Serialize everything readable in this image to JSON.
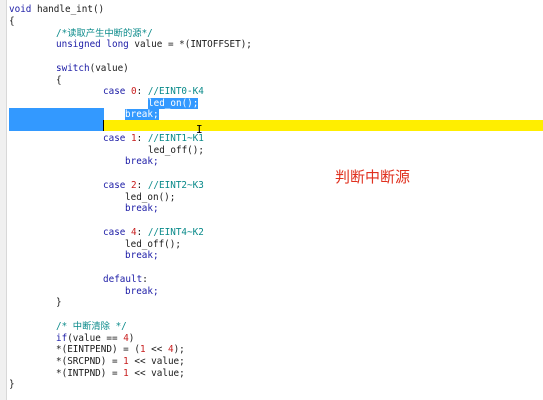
{
  "editor": {
    "lines": {
      "l1_void": "void",
      "l1_rest": " handle_int()",
      "l2": "{",
      "l3_comment": "/*读取产生中断的源*/",
      "l4_unsigned": "unsigned long",
      "l4_rest": " value = *(INTOFFSET);",
      "l6_switch": "switch",
      "l6_rest": "(value)",
      "l7": "{",
      "l8_case": "case",
      "l8_num": "0",
      "l8_colon": ":",
      "l8_comment": "//EINT0-K4",
      "l9_sel": "led_on();",
      "l10_sel": "break;",
      "l11_case": "case",
      "l11_num": "1",
      "l11_colon": ":",
      "l11_comment": "//EINT1~K1",
      "l12": "led_off();",
      "l13_break": "break;",
      "l15_case": "case",
      "l15_num": "2",
      "l15_colon": ":",
      "l15_comment": "//EINT2~K3",
      "l16": "led_on();",
      "l17_break": "break;",
      "l19_case": "case",
      "l19_num": "4",
      "l19_colon": ":",
      "l19_comment": "//EINT4~K2",
      "l20": "led_off();",
      "l21_break": "break;",
      "l23_default": "default",
      "l23_colon": ":",
      "l24_break": "break;",
      "l25": "}",
      "l27_comment": "/* 中断清除 */",
      "l28_if": "if",
      "l28_a": "(value == ",
      "l28_num": "4",
      "l28_b": ")",
      "l29_a": "*(EINTPEND) = (",
      "l29_n1": "1",
      "l29_b": " << ",
      "l29_n2": "4",
      "l29_c": ");",
      "l30_a": "*(SRCPND) = ",
      "l30_n": "1",
      "l30_b": " << value;",
      "l31_a": "*(INTPND) = ",
      "l31_n": "1",
      "l31_b": " << value;",
      "l32": "}"
    }
  },
  "annotation": {
    "text": "判断中断源",
    "color": "#e0301e"
  },
  "colors": {
    "keyword": "#1b1ba6",
    "comment": "#0a8a8a",
    "number": "#c81e1e",
    "selection": "#3399ff",
    "current_line": "#ffee00"
  }
}
